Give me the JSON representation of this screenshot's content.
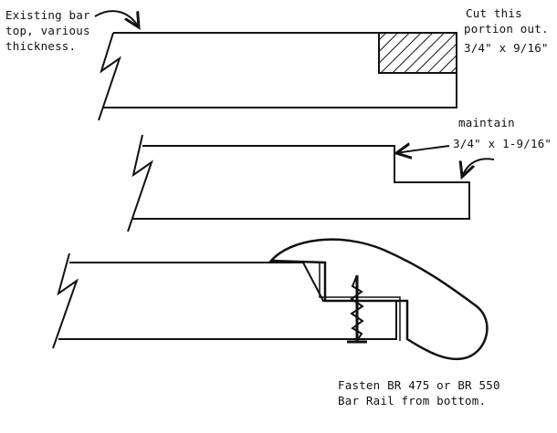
{
  "labels": {
    "existing_bar": [
      "Existing bar",
      "top, various",
      "thickness."
    ],
    "cut_portion": [
      "Cut this",
      "portion out.",
      "3/4\" x 9/16\""
    ],
    "maintain": [
      "maintain",
      "3/4\" x 1-9/16\""
    ],
    "fasten": [
      "Fasten BR 475 or BR 550",
      "Bar Rail from bottom."
    ]
  },
  "colors": {
    "ink": "#111111",
    "background": "#ffffff"
  }
}
